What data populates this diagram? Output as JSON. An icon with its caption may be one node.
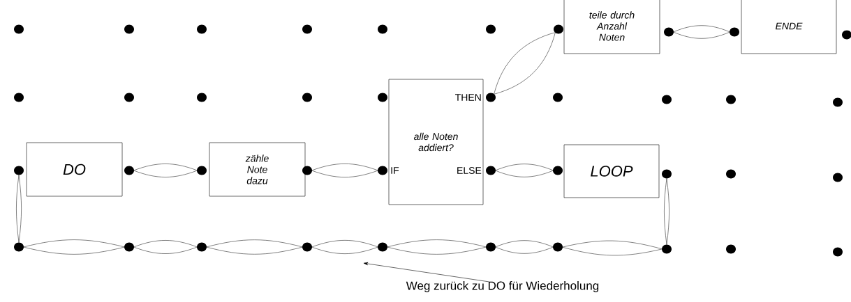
{
  "diagram": {
    "nodes": [
      {
        "text": [
          "DO"
        ]
      },
      {
        "text": [
          "zähle Note dazu"
        ]
      },
      {
        "text": [
          "THEN",
          "alle Noten addiert?",
          "IF",
          "ELSE"
        ]
      },
      {
        "text": [
          "teile durch Anzahl Noten"
        ]
      },
      {
        "text": [
          "ENDE"
        ]
      },
      {
        "text": [
          "LOOP"
        ]
      },
      {
        "text": [],
        "shape": "circle"
      },
      {
        "text": [],
        "shape": "circle"
      },
      {
        "text": [],
        "shape": "circle"
      },
      {
        "text": [],
        "shape": "circle"
      },
      {
        "text": [],
        "shape": "circle"
      },
      {
        "text": [],
        "shape": "circle"
      },
      {
        "text": [],
        "shape": "circle"
      },
      {
        "text": [],
        "shape": "circle"
      },
      {
        "text": [],
        "shape": "circle"
      },
      {
        "text": [],
        "shape": "circle"
      },
      {
        "text": [],
        "shape": "circle"
      },
      {
        "text": [],
        "shape": "circle"
      },
      {
        "text": [],
        "shape": "circle"
      },
      {
        "text": [],
        "shape": "circle"
      },
      {
        "text": [],
        "shape": "circle"
      },
      {
        "text": [],
        "shape": "circle"
      },
      {
        "text": [],
        "shape": "circle"
      },
      {
        "text": [],
        "shape": "circle"
      },
      {
        "text": [],
        "shape": "circle"
      },
      {
        "text": [],
        "shape": "circle"
      },
      {
        "text": [
          "Weg zurück zu DO für Wiederholung"
        ]
      }
    ],
    "edges": [
      {
        "from": 6,
        "to": 18,
        "arrow": "none"
      },
      {
        "from": 18,
        "to": 19,
        "arrow": "none"
      },
      {
        "from": 19,
        "to": 20,
        "arrow": "none"
      },
      {
        "from": 20,
        "to": 21,
        "arrow": "none"
      },
      {
        "from": 21,
        "to": 22,
        "arrow": "none"
      },
      {
        "from": 22,
        "to": 23,
        "arrow": "none"
      },
      {
        "from": 23,
        "to": 24,
        "arrow": "none"
      },
      {
        "from": 24,
        "to": 25,
        "arrow": "none"
      },
      {
        "from": 25,
        "to": 13,
        "arrow": "none"
      },
      {
        "from": 7,
        "to": 8,
        "arrow": "none"
      },
      {
        "from": 9,
        "to": 10,
        "arrow": "none"
      },
      {
        "from": 11,
        "to": 12,
        "arrow": "none"
      },
      {
        "from": 14,
        "to": 15,
        "arrow": "none"
      },
      {
        "from": 16,
        "to": 17,
        "arrow": "none"
      },
      {
        "from": 26,
        "to": null,
        "arrow": "to"
      }
    ]
  }
}
